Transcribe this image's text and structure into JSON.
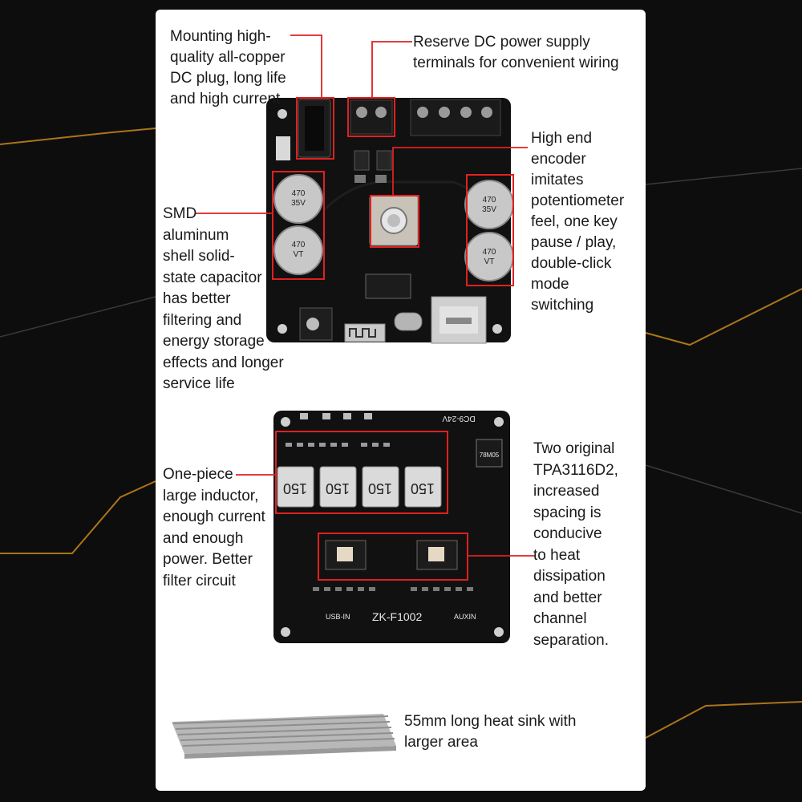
{
  "background": {
    "color": "#0d0d0d",
    "accent": "#c8871e"
  },
  "callout_color": "#e02020",
  "callouts": {
    "dc_plug": "Mounting high-\nquality all-copper\nDC plug, long life\nand high current",
    "reserve_terminals": "Reserve DC power supply\nterminals for convenient wiring",
    "encoder": "High end\nencoder\nimitates\npotentiometer\nfeel, one key\npause / play,\ndouble-click\nmode\nswitching",
    "capacitor": "SMD\naluminum\nshell solid-\nstate capacitor\nhas better\nfiltering and\nenergy storage\neffects and longer\nservice life",
    "inductor": "One-piece\nlarge inductor,\nenough current\nand enough\npower. Better\nfilter circuit",
    "chips": "Two original\nTPA3116D2,\nincreased\nspacing is\nconducive\nto heat\ndissipation\nand better\nchannel\nseparation.",
    "heatsink": "55mm long heat sink with\nlarger area"
  },
  "board_silkscreen": {
    "capacitor_top": "470",
    "capacitor_voltage": "35V",
    "capacitor_code": "VT",
    "inductor_value": "150",
    "model": "ZK-F1002",
    "voltage": "DC9-24V",
    "usb_label": "USB-IN",
    "aux_label": "AUXIN",
    "regulator": "78M05"
  },
  "icons": {
    "dc_jack": "dc-jack-icon",
    "terminal": "screw-terminal-icon",
    "encoder": "rotary-encoder-icon",
    "usb": "usb-port-icon",
    "bluetooth": "bluetooth-antenna-icon",
    "heatsink": "heatsink-icon"
  }
}
